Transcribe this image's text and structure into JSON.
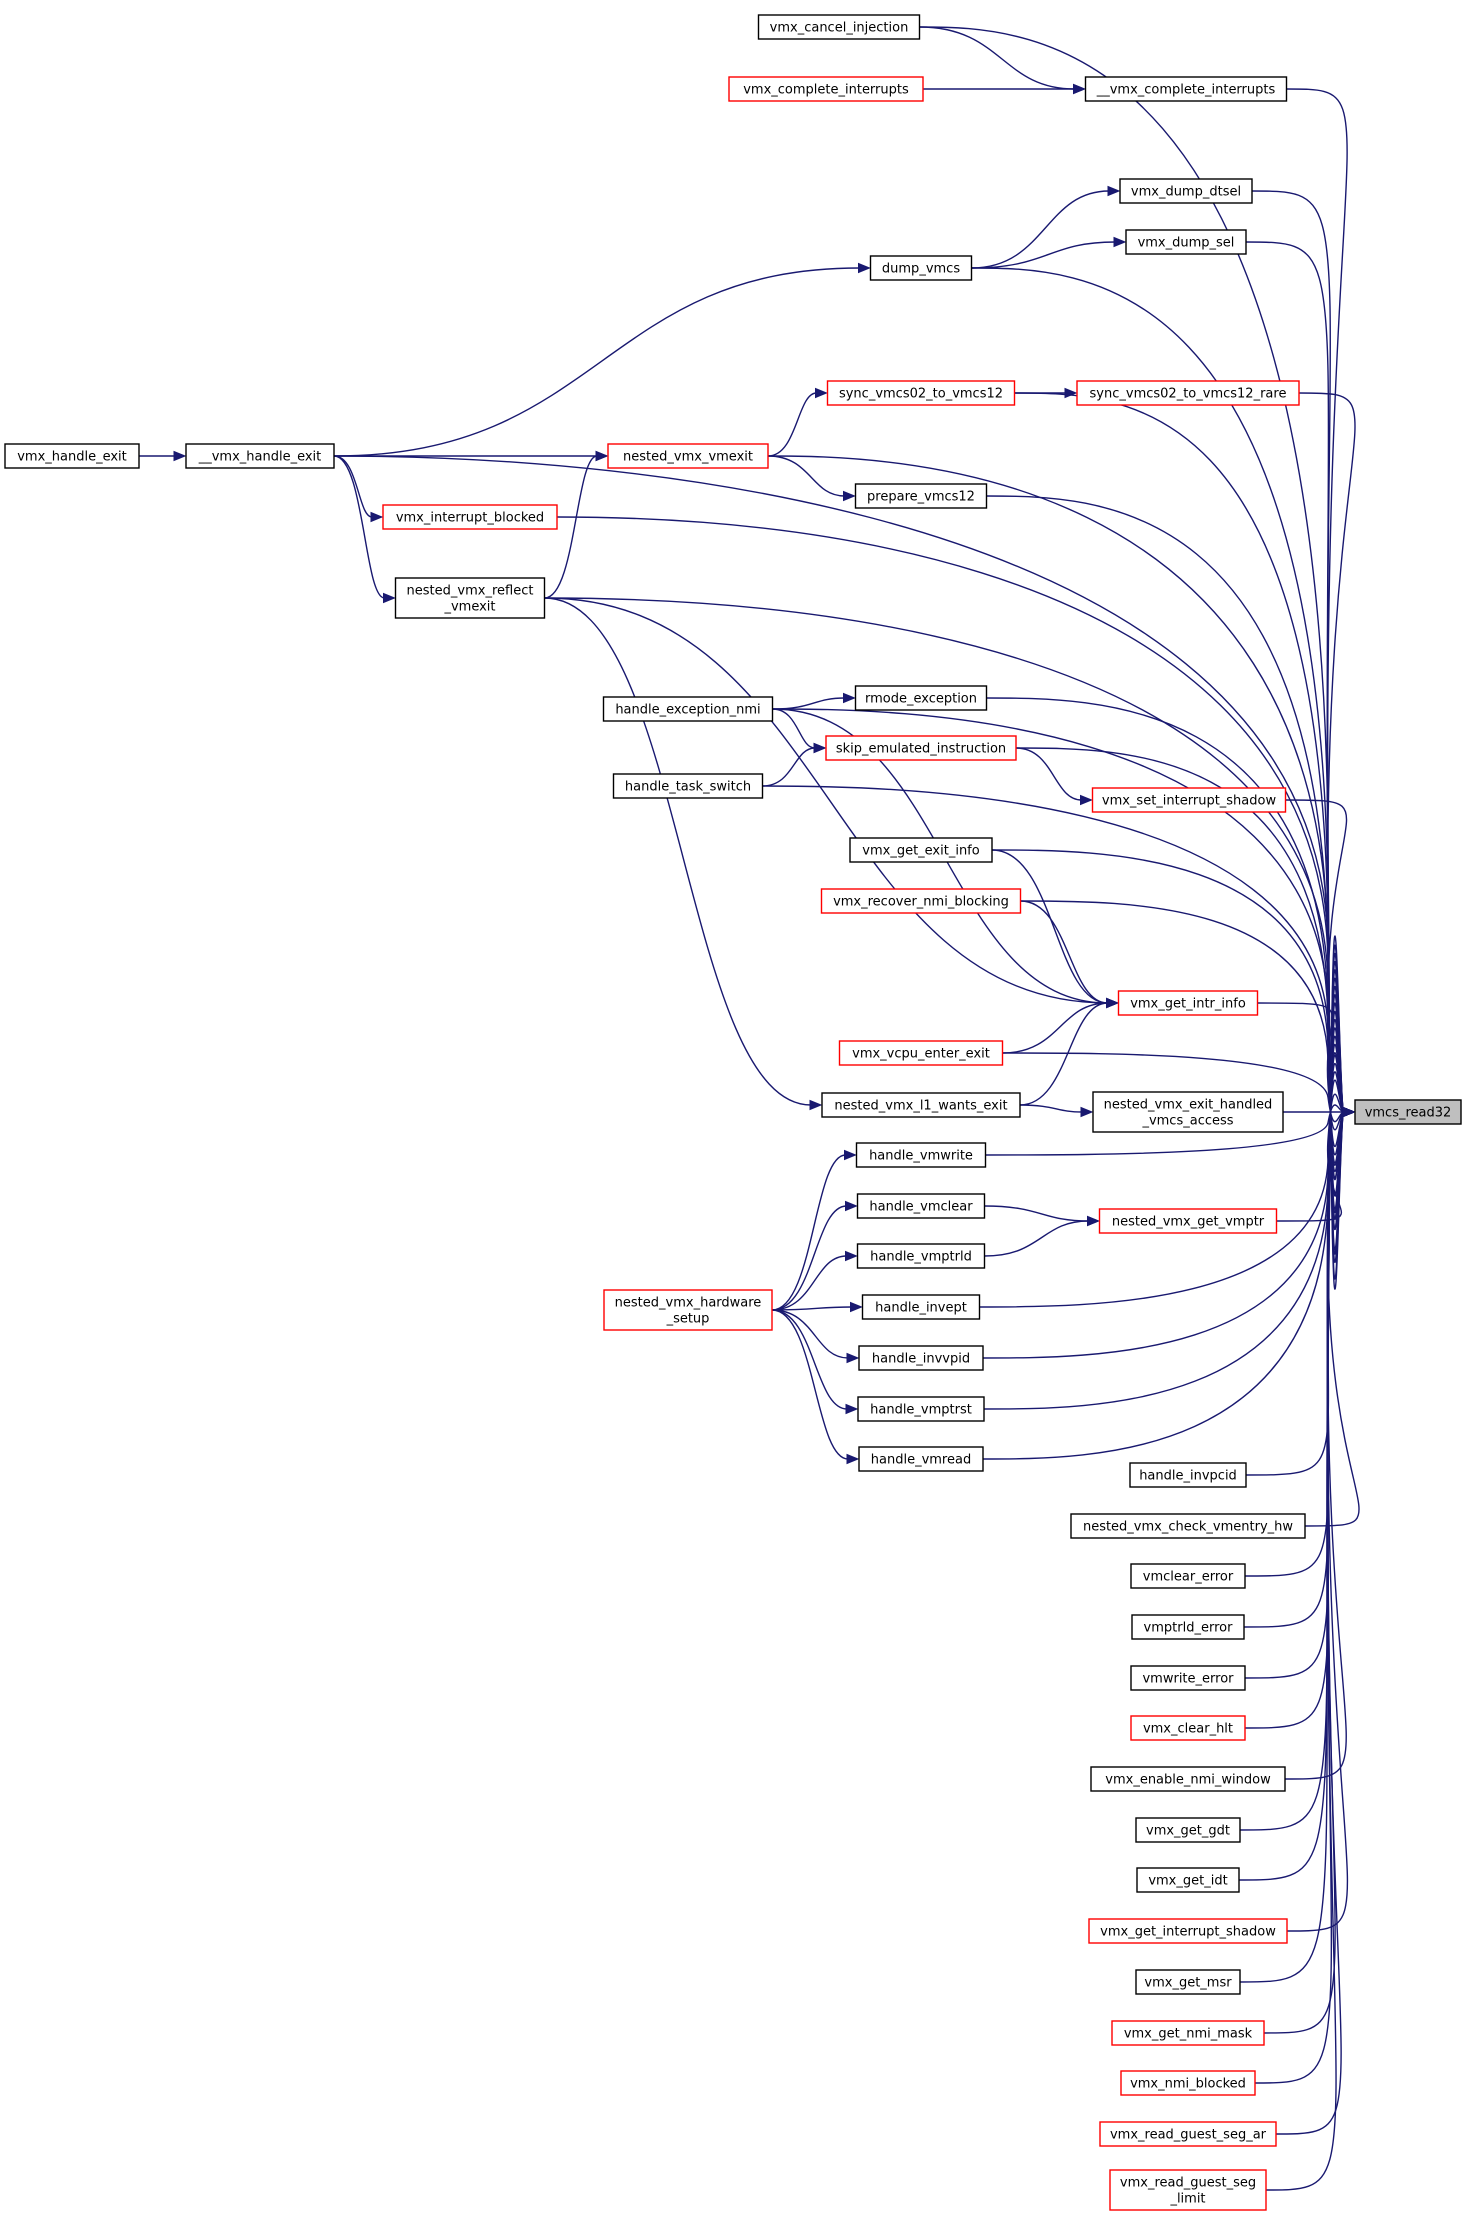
{
  "nodes": [
    {
      "id": "vmx_cancel_injection",
      "lines": [
        "vmx_cancel_injection"
      ],
      "color": "black"
    },
    {
      "id": "vmx_complete_interrupts",
      "lines": [
        "vmx_complete_interrupts"
      ],
      "color": "red"
    },
    {
      "id": "__vmx_complete_interrupts",
      "lines": [
        "__vmx_complete_interrupts"
      ],
      "color": "black"
    },
    {
      "id": "vmx_dump_dtsel",
      "lines": [
        "vmx_dump_dtsel"
      ],
      "color": "black"
    },
    {
      "id": "vmx_dump_sel",
      "lines": [
        "vmx_dump_sel"
      ],
      "color": "black"
    },
    {
      "id": "dump_vmcs",
      "lines": [
        "dump_vmcs"
      ],
      "color": "black"
    },
    {
      "id": "sync_vmcs02_to_vmcs12",
      "lines": [
        "sync_vmcs02_to_vmcs12"
      ],
      "color": "red"
    },
    {
      "id": "sync_vmcs02_to_vmcs12_rare",
      "lines": [
        "sync_vmcs02_to_vmcs12_rare"
      ],
      "color": "red"
    },
    {
      "id": "vmx_handle_exit",
      "lines": [
        "vmx_handle_exit"
      ],
      "color": "black"
    },
    {
      "id": "__vmx_handle_exit",
      "lines": [
        "__vmx_handle_exit"
      ],
      "color": "black"
    },
    {
      "id": "nested_vmx_vmexit",
      "lines": [
        "nested_vmx_vmexit"
      ],
      "color": "red"
    },
    {
      "id": "prepare_vmcs12",
      "lines": [
        "prepare_vmcs12"
      ],
      "color": "black"
    },
    {
      "id": "vmx_interrupt_blocked",
      "lines": [
        "vmx_interrupt_blocked"
      ],
      "color": "red"
    },
    {
      "id": "nested_vmx_reflect_vmexit",
      "lines": [
        "nested_vmx_reflect",
        "_vmexit"
      ],
      "color": "black"
    },
    {
      "id": "handle_exception_nmi",
      "lines": [
        "handle_exception_nmi"
      ],
      "color": "black"
    },
    {
      "id": "rmode_exception",
      "lines": [
        "rmode_exception"
      ],
      "color": "black"
    },
    {
      "id": "skip_emulated_instruction",
      "lines": [
        "skip_emulated_instruction"
      ],
      "color": "red"
    },
    {
      "id": "handle_task_switch",
      "lines": [
        "handle_task_switch"
      ],
      "color": "black"
    },
    {
      "id": "vmx_set_interrupt_shadow",
      "lines": [
        "vmx_set_interrupt_shadow"
      ],
      "color": "red"
    },
    {
      "id": "vmx_get_exit_info",
      "lines": [
        "vmx_get_exit_info"
      ],
      "color": "black"
    },
    {
      "id": "vmx_recover_nmi_blocking",
      "lines": [
        "vmx_recover_nmi_blocking"
      ],
      "color": "red"
    },
    {
      "id": "vmx_get_intr_info",
      "lines": [
        "vmx_get_intr_info"
      ],
      "color": "red"
    },
    {
      "id": "vmx_vcpu_enter_exit",
      "lines": [
        "vmx_vcpu_enter_exit"
      ],
      "color": "red"
    },
    {
      "id": "nested_vmx_l1_wants_exit",
      "lines": [
        "nested_vmx_l1_wants_exit"
      ],
      "color": "black"
    },
    {
      "id": "nested_vmx_exit_handled_vmcs_access",
      "lines": [
        "nested_vmx_exit_handled",
        "_vmcs_access"
      ],
      "color": "black"
    },
    {
      "id": "vmcs_read32",
      "lines": [
        "vmcs_read32"
      ],
      "color": "root"
    },
    {
      "id": "handle_vmwrite",
      "lines": [
        "handle_vmwrite"
      ],
      "color": "black"
    },
    {
      "id": "handle_vmclear",
      "lines": [
        "handle_vmclear"
      ],
      "color": "black"
    },
    {
      "id": "nested_vmx_get_vmptr",
      "lines": [
        "nested_vmx_get_vmptr"
      ],
      "color": "red"
    },
    {
      "id": "handle_vmptrld",
      "lines": [
        "handle_vmptrld"
      ],
      "color": "black"
    },
    {
      "id": "nested_vmx_hardware_setup",
      "lines": [
        "nested_vmx_hardware",
        "_setup"
      ],
      "color": "red"
    },
    {
      "id": "handle_invept",
      "lines": [
        "handle_invept"
      ],
      "color": "black"
    },
    {
      "id": "handle_invvpid",
      "lines": [
        "handle_invvpid"
      ],
      "color": "black"
    },
    {
      "id": "handle_vmptrst",
      "lines": [
        "handle_vmptrst"
      ],
      "color": "black"
    },
    {
      "id": "handle_vmread",
      "lines": [
        "handle_vmread"
      ],
      "color": "black"
    },
    {
      "id": "handle_invpcid",
      "lines": [
        "handle_invpcid"
      ],
      "color": "black"
    },
    {
      "id": "nested_vmx_check_vmentry_hw",
      "lines": [
        "nested_vmx_check_vmentry_hw"
      ],
      "color": "black"
    },
    {
      "id": "vmclear_error",
      "lines": [
        "vmclear_error"
      ],
      "color": "black"
    },
    {
      "id": "vmptrld_error",
      "lines": [
        "vmptrld_error"
      ],
      "color": "black"
    },
    {
      "id": "vmwrite_error",
      "lines": [
        "vmwrite_error"
      ],
      "color": "black"
    },
    {
      "id": "vmx_clear_hlt",
      "lines": [
        "vmx_clear_hlt"
      ],
      "color": "red"
    },
    {
      "id": "vmx_enable_nmi_window",
      "lines": [
        "vmx_enable_nmi_window"
      ],
      "color": "black"
    },
    {
      "id": "vmx_get_gdt",
      "lines": [
        "vmx_get_gdt"
      ],
      "color": "black"
    },
    {
      "id": "vmx_get_idt",
      "lines": [
        "vmx_get_idt"
      ],
      "color": "black"
    },
    {
      "id": "vmx_get_interrupt_shadow",
      "lines": [
        "vmx_get_interrupt_shadow"
      ],
      "color": "red"
    },
    {
      "id": "vmx_get_msr",
      "lines": [
        "vmx_get_msr"
      ],
      "color": "black"
    },
    {
      "id": "vmx_get_nmi_mask",
      "lines": [
        "vmx_get_nmi_mask"
      ],
      "color": "red"
    },
    {
      "id": "vmx_nmi_blocked",
      "lines": [
        "vmx_nmi_blocked"
      ],
      "color": "red"
    },
    {
      "id": "vmx_read_guest_seg_ar",
      "lines": [
        "vmx_read_guest_seg_ar"
      ],
      "color": "red"
    },
    {
      "id": "vmx_read_guest_seg_limit",
      "lines": [
        "vmx_read_guest_seg",
        "_limit"
      ],
      "color": "red"
    }
  ],
  "edges": [
    {
      "from": "vmx_cancel_injection",
      "to": "__vmx_complete_interrupts"
    },
    {
      "from": "vmx_complete_interrupts",
      "to": "__vmx_complete_interrupts"
    },
    {
      "from": "vmx_cancel_injection",
      "to": "vmcs_read32"
    },
    {
      "from": "__vmx_complete_interrupts",
      "to": "vmcs_read32"
    },
    {
      "from": "__vmx_handle_exit",
      "to": "vmcs_read32"
    },
    {
      "from": "vmx_dump_dtsel",
      "to": "vmcs_read32"
    },
    {
      "from": "vmx_dump_sel",
      "to": "vmcs_read32"
    },
    {
      "from": "dump_vmcs",
      "to": "vmx_dump_dtsel"
    },
    {
      "from": "dump_vmcs",
      "to": "vmx_dump_sel"
    },
    {
      "from": "dump_vmcs",
      "to": "vmcs_read32"
    },
    {
      "from": "__vmx_handle_exit",
      "to": "dump_vmcs"
    },
    {
      "from": "sync_vmcs02_to_vmcs12",
      "to": "vmcs_read32"
    },
    {
      "from": "sync_vmcs02_to_vmcs12",
      "to": "sync_vmcs02_to_vmcs12_rare"
    },
    {
      "from": "sync_vmcs02_to_vmcs12_rare",
      "to": "vmcs_read32"
    },
    {
      "from": "nested_vmx_vmexit",
      "to": "sync_vmcs02_to_vmcs12"
    },
    {
      "from": "vmx_handle_exit",
      "to": "__vmx_handle_exit"
    },
    {
      "from": "__vmx_handle_exit",
      "to": "nested_vmx_vmexit"
    },
    {
      "from": "nested_vmx_vmexit",
      "to": "vmcs_read32"
    },
    {
      "from": "nested_vmx_vmexit",
      "to": "prepare_vmcs12"
    },
    {
      "from": "prepare_vmcs12",
      "to": "vmcs_read32"
    },
    {
      "from": "__vmx_handle_exit",
      "to": "vmx_interrupt_blocked"
    },
    {
      "from": "vmx_interrupt_blocked",
      "to": "vmcs_read32"
    },
    {
      "from": "__vmx_handle_exit",
      "to": "nested_vmx_reflect_vmexit"
    },
    {
      "from": "nested_vmx_reflect_vmexit",
      "to": "nested_vmx_vmexit"
    },
    {
      "from": "nested_vmx_reflect_vmexit",
      "to": "vmcs_read32"
    },
    {
      "from": "handle_exception_nmi",
      "to": "vmcs_read32"
    },
    {
      "from": "handle_exception_nmi",
      "to": "rmode_exception"
    },
    {
      "from": "rmode_exception",
      "to": "vmcs_read32"
    },
    {
      "from": "handle_exception_nmi",
      "to": "skip_emulated_instruction"
    },
    {
      "from": "handle_task_switch",
      "to": "skip_emulated_instruction"
    },
    {
      "from": "skip_emulated_instruction",
      "to": "vmcs_read32"
    },
    {
      "from": "skip_emulated_instruction",
      "to": "vmx_set_interrupt_shadow"
    },
    {
      "from": "handle_task_switch",
      "to": "vmcs_read32"
    },
    {
      "from": "vmx_set_interrupt_shadow",
      "to": "vmcs_read32"
    },
    {
      "from": "vmx_get_exit_info",
      "to": "vmcs_read32"
    },
    {
      "from": "vmx_get_exit_info",
      "to": "vmx_get_intr_info"
    },
    {
      "from": "vmx_recover_nmi_blocking",
      "to": "vmcs_read32"
    },
    {
      "from": "vmx_recover_nmi_blocking",
      "to": "vmx_get_intr_info"
    },
    {
      "from": "handle_exception_nmi",
      "to": "vmx_get_intr_info"
    },
    {
      "from": "nested_vmx_reflect_vmexit",
      "to": "vmx_get_intr_info"
    },
    {
      "from": "vmx_vcpu_enter_exit",
      "to": "vmx_get_intr_info"
    },
    {
      "from": "nested_vmx_l1_wants_exit",
      "to": "vmx_get_intr_info"
    },
    {
      "from": "vmx_get_intr_info",
      "to": "vmcs_read32"
    },
    {
      "from": "vmx_vcpu_enter_exit",
      "to": "vmcs_read32"
    },
    {
      "from": "nested_vmx_reflect_vmexit",
      "to": "nested_vmx_l1_wants_exit"
    },
    {
      "from": "nested_vmx_l1_wants_exit",
      "to": "nested_vmx_exit_handled_vmcs_access"
    },
    {
      "from": "nested_vmx_exit_handled_vmcs_access",
      "to": "vmcs_read32"
    },
    {
      "from": "handle_vmwrite",
      "to": "vmcs_read32"
    },
    {
      "from": "handle_vmclear",
      "to": "nested_vmx_get_vmptr"
    },
    {
      "from": "handle_vmptrld",
      "to": "nested_vmx_get_vmptr"
    },
    {
      "from": "nested_vmx_get_vmptr",
      "to": "vmcs_read32"
    },
    {
      "from": "nested_vmx_hardware_setup",
      "to": "handle_vmwrite"
    },
    {
      "from": "nested_vmx_hardware_setup",
      "to": "handle_vmclear"
    },
    {
      "from": "nested_vmx_hardware_setup",
      "to": "handle_vmptrld"
    },
    {
      "from": "nested_vmx_hardware_setup",
      "to": "handle_invept"
    },
    {
      "from": "nested_vmx_hardware_setup",
      "to": "handle_invvpid"
    },
    {
      "from": "nested_vmx_hardware_setup",
      "to": "handle_vmptrst"
    },
    {
      "from": "nested_vmx_hardware_setup",
      "to": "handle_vmread"
    },
    {
      "from": "handle_invept",
      "to": "vmcs_read32"
    },
    {
      "from": "handle_invvpid",
      "to": "vmcs_read32"
    },
    {
      "from": "handle_vmptrst",
      "to": "vmcs_read32"
    },
    {
      "from": "handle_vmread",
      "to": "vmcs_read32"
    },
    {
      "from": "handle_invpcid",
      "to": "vmcs_read32"
    },
    {
      "from": "nested_vmx_check_vmentry_hw",
      "to": "vmcs_read32"
    },
    {
      "from": "vmclear_error",
      "to": "vmcs_read32"
    },
    {
      "from": "vmptrld_error",
      "to": "vmcs_read32"
    },
    {
      "from": "vmwrite_error",
      "to": "vmcs_read32"
    },
    {
      "from": "vmx_clear_hlt",
      "to": "vmcs_read32"
    },
    {
      "from": "vmx_enable_nmi_window",
      "to": "vmcs_read32"
    },
    {
      "from": "vmx_get_gdt",
      "to": "vmcs_read32"
    },
    {
      "from": "vmx_get_idt",
      "to": "vmcs_read32"
    },
    {
      "from": "vmx_get_interrupt_shadow",
      "to": "vmcs_read32"
    },
    {
      "from": "vmx_get_msr",
      "to": "vmcs_read32"
    },
    {
      "from": "vmx_get_nmi_mask",
      "to": "vmcs_read32"
    },
    {
      "from": "vmx_nmi_blocked",
      "to": "vmcs_read32"
    },
    {
      "from": "vmx_read_guest_seg_ar",
      "to": "vmcs_read32"
    },
    {
      "from": "vmx_read_guest_seg_limit",
      "to": "vmcs_read32"
    }
  ]
}
